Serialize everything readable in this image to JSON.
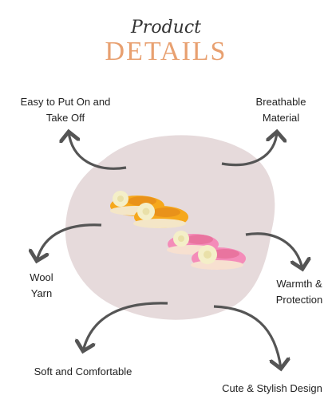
{
  "header": {
    "script_title": "Product",
    "main_title": "DETAILS"
  },
  "features": [
    {
      "line1": "Easy to Put On and",
      "line2": "Take Off"
    },
    {
      "line1": "Breathable",
      "line2": "Material"
    },
    {
      "line1": "Wool",
      "line2": "Yarn"
    },
    {
      "line1": "Warmth &",
      "line2": "Protection"
    },
    {
      "line1": "Soft and Comfortable"
    },
    {
      "line1": "Cute & Stylish Design"
    }
  ],
  "colors": {
    "accent": "#e8a070",
    "blob": "#e6dadb",
    "arrow": "#555555",
    "bootie_yellow": "#f6a81c",
    "bootie_pink": "#f48cb9",
    "flower": "#f4efc8"
  },
  "icons": [
    "curved-arrow-icon",
    "crochet-booties-image"
  ]
}
